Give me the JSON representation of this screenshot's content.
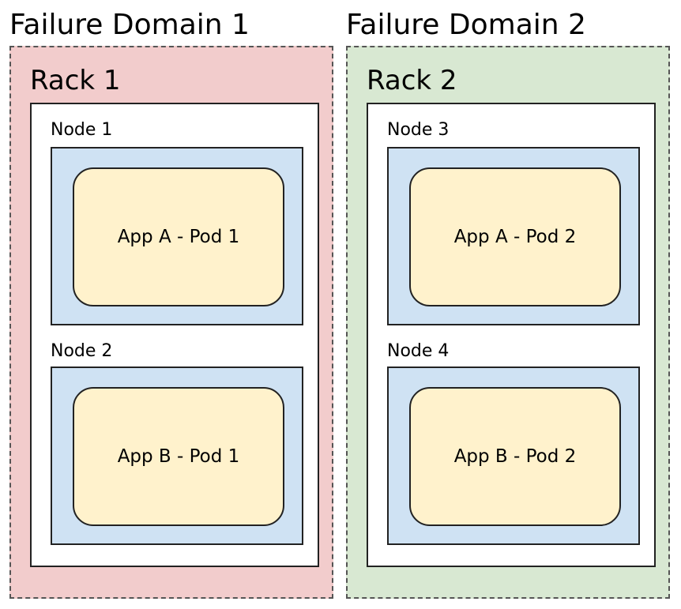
{
  "colors": {
    "domain_1_fill": "#f2cccc",
    "domain_2_fill": "#d8e8d2",
    "rack_fill": "#ffffff",
    "node_fill": "#cfe2f3",
    "pod_fill": "#fff2cc",
    "border": "#222222",
    "dashed_border": "#555555"
  },
  "domains": [
    {
      "title": "Failure Domain 1",
      "rack": {
        "title": "Rack 1",
        "nodes": [
          {
            "label": "Node 1",
            "pod": "App A - Pod 1"
          },
          {
            "label": "Node 2",
            "pod": "App B - Pod 1"
          }
        ]
      }
    },
    {
      "title": "Failure Domain 2",
      "rack": {
        "title": "Rack 2",
        "nodes": [
          {
            "label": "Node 3",
            "pod": "App A - Pod 2"
          },
          {
            "label": "Node 4",
            "pod": "App B - Pod 2"
          }
        ]
      }
    }
  ]
}
